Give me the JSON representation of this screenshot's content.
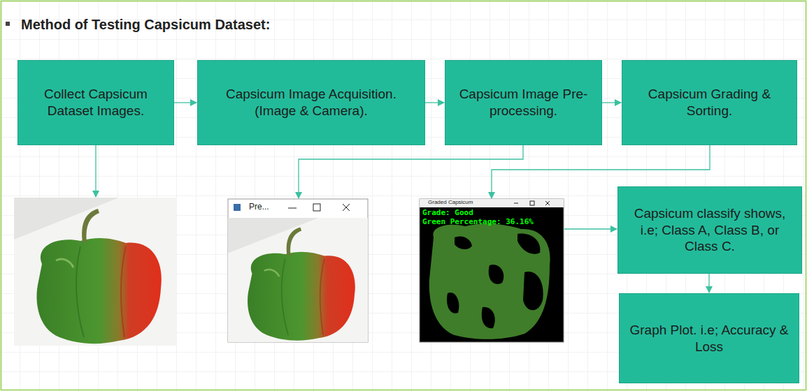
{
  "diagram": {
    "title": "Method of Testing Capsicum Dataset:",
    "nodes": [
      {
        "text": [
          "Collect Capsicum Dataset Images."
        ]
      },
      {
        "text": [
          "Capsicum Image Acquisition. (Image & Camera)."
        ]
      },
      {
        "text": [
          "Capsicum Image Pre-processing."
        ]
      },
      {
        "text": [
          "Capsicum Grading & Sorting."
        ]
      },
      {
        "text": [
          "Capsicum classify shows, i.e; Class A, Class B, or Class C."
        ]
      },
      {
        "text": [
          "Graph Plot. i.e; Accuracy & Loss"
        ]
      }
    ],
    "edges": [
      {
        "from": 0,
        "to": 1,
        "arrow": "to"
      },
      {
        "from": 1,
        "to": 2,
        "arrow": "to"
      },
      {
        "from": 2,
        "to": 3,
        "arrow": "to"
      },
      {
        "from": 4,
        "to": 5,
        "arrow": "to"
      }
    ],
    "labels": [
      "Pre...",
      "Graded Capsicum",
      "Grade: Good",
      "Green Percentage: 36.16%"
    ]
  }
}
